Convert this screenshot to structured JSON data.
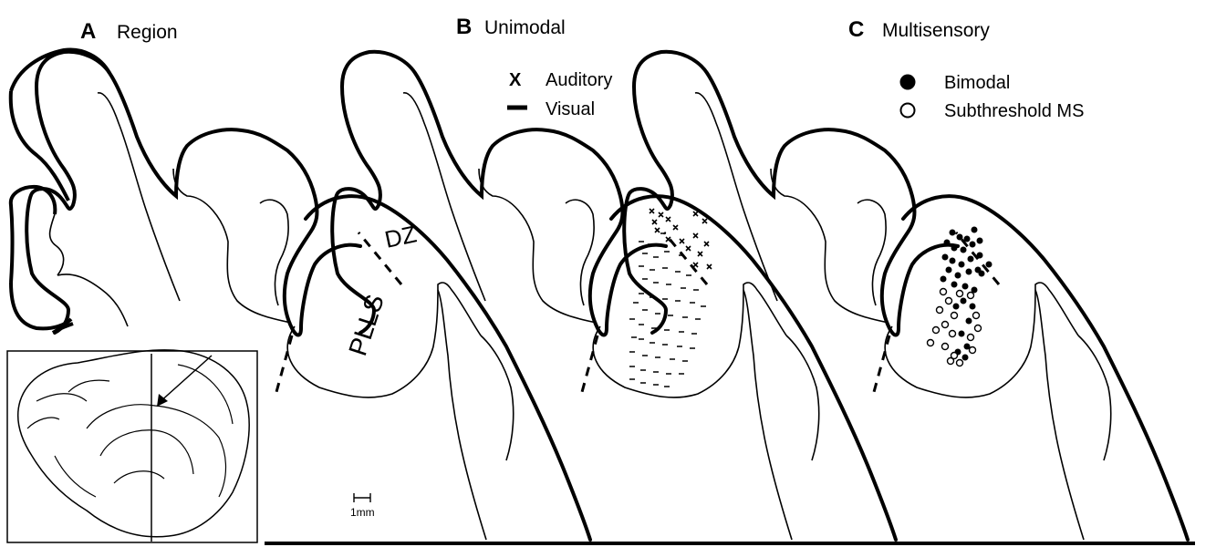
{
  "panels": {
    "a": {
      "letter": "A",
      "title": "Region"
    },
    "b": {
      "letter": "B",
      "title": "Unimodal"
    },
    "c": {
      "letter": "C",
      "title": "Multisensory"
    }
  },
  "region_labels": {
    "dz": "DZ",
    "plls": "PLLS"
  },
  "legend_unimodal": {
    "auditory_symbol": "X",
    "auditory": "Auditory",
    "visual": "Visual"
  },
  "legend_multisensory": {
    "bimodal": "Bimodal",
    "subthreshold": "Subthreshold MS"
  },
  "scale_bar": {
    "label": "1mm"
  }
}
